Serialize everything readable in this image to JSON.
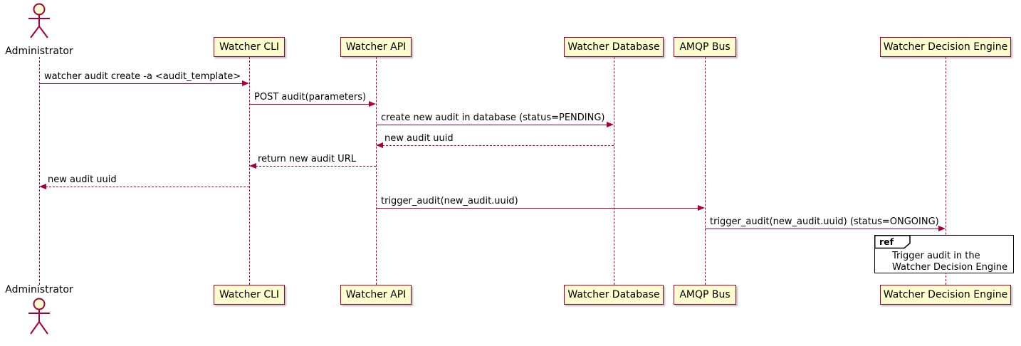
{
  "diagram": {
    "type": "sequence",
    "tool_style": "plantuml",
    "actor": {
      "label": "Administrator"
    },
    "participants": [
      {
        "id": "watcher-cli",
        "label": "Watcher CLI"
      },
      {
        "id": "watcher-api",
        "label": "Watcher API"
      },
      {
        "id": "watcher-database",
        "label": "Watcher Database"
      },
      {
        "id": "amqp-bus",
        "label": "AMQP Bus"
      },
      {
        "id": "watcher-decision-engine",
        "label": "Watcher Decision Engine"
      }
    ],
    "messages": [
      {
        "from": "Administrator",
        "to": "Watcher CLI",
        "label": "watcher audit create -a <audit_template>",
        "line": "solid",
        "direction": "right"
      },
      {
        "from": "Watcher CLI",
        "to": "Watcher API",
        "label": "POST audit(parameters)",
        "line": "solid",
        "direction": "right"
      },
      {
        "from": "Watcher API",
        "to": "Watcher Database",
        "label": "create new audit in database (status=PENDING)",
        "line": "solid",
        "direction": "right"
      },
      {
        "from": "Watcher Database",
        "to": "Watcher API",
        "label": "new audit uuid",
        "line": "dashed",
        "direction": "left"
      },
      {
        "from": "Watcher API",
        "to": "Watcher CLI",
        "label": "return new audit URL",
        "line": "dashed",
        "direction": "left"
      },
      {
        "from": "Watcher CLI",
        "to": "Administrator",
        "label": "new audit uuid",
        "line": "dashed",
        "direction": "left"
      },
      {
        "from": "Watcher API",
        "to": "AMQP Bus",
        "label": "trigger_audit(new_audit.uuid)",
        "line": "solid",
        "direction": "right"
      },
      {
        "from": "AMQP Bus",
        "to": "Watcher Decision Engine",
        "label": "trigger_audit(new_audit.uuid) (status=ONGOING)",
        "line": "solid",
        "direction": "right"
      }
    ],
    "ref_fragment": {
      "tag": "ref",
      "lines": [
        "Trigger audit in the",
        "Watcher Decision Engine"
      ],
      "target": "Watcher Decision Engine"
    },
    "colors": {
      "accent": "#A80036",
      "participant_fill": "#FEFECE",
      "frame_border": "#000000",
      "background": "#FFFFFF"
    }
  }
}
